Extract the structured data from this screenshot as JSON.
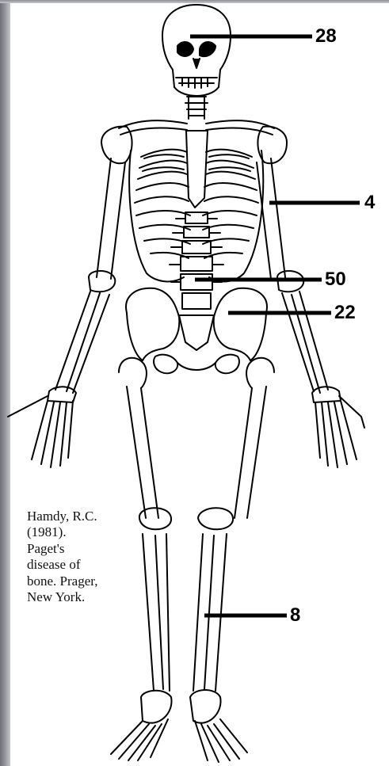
{
  "diagram": {
    "callouts": [
      {
        "id": "skull",
        "label": "28"
      },
      {
        "id": "arm",
        "label": "4"
      },
      {
        "id": "spine",
        "label": "50"
      },
      {
        "id": "pelvis",
        "label": "22"
      },
      {
        "id": "leg",
        "label": "8"
      }
    ],
    "citation": "Hamdy, R.C.\n(1981).\nPaget's\ndisease of\nbone. Prager,\nNew York."
  },
  "colors": {
    "frame": "#8c8c94",
    "ink": "#000000",
    "background": "#ffffff"
  }
}
